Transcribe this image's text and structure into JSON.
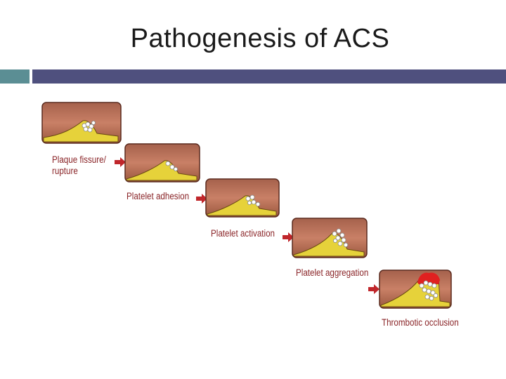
{
  "slide": {
    "title": "Pathogenesis of ACS"
  },
  "stages": [
    {
      "line1": "Plaque fissure/",
      "line2": "rupture"
    },
    {
      "line1": "Platelet adhesion"
    },
    {
      "line1": "Platelet activation"
    },
    {
      "line1": "Platelet aggregation"
    },
    {
      "line1": "Thrombotic occlusion"
    }
  ],
  "colors": {
    "vessel_wall": "#b8725a",
    "vessel_lumen": "#fbf6f0",
    "plaque": "#e6d23a",
    "arrow": "#c0262b",
    "label": "#8a2528",
    "thrombus": "#e02020",
    "accent_teal": "#5b8e94",
    "accent_purple": "#4f507e"
  }
}
